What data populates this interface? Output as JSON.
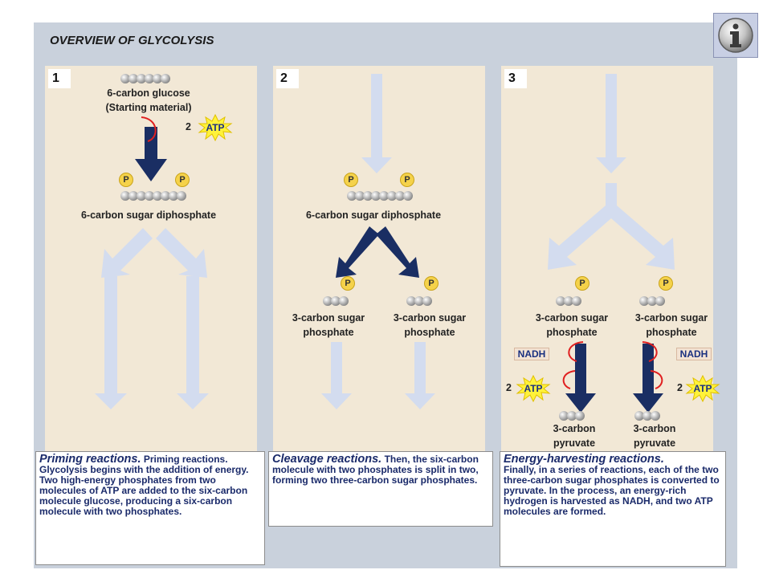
{
  "title": "OVERVIEW OF GLYCOLYSIS",
  "panels": [
    {
      "number": "1"
    },
    {
      "number": "2"
    },
    {
      "number": "3"
    }
  ],
  "labels": {
    "glucose": "6-carbon glucose",
    "starting": "(Starting material)",
    "diphosphate": "6-carbon sugar diphosphate",
    "sugar_phosphate_1": "3-carbon sugar",
    "sugar_phosphate_2": "phosphate",
    "pyruvate_1": "3-carbon",
    "pyruvate_2": "pyruvate",
    "p": "P",
    "atp": "ATP",
    "nadh": "NADH",
    "two": "2"
  },
  "descriptions": {
    "priming_heading": "Priming reactions.",
    "priming_body": "Priming reactions.  Glycolysis begins with the addition of energy.  Two high-energy phosphates from two molecules of ATP are added to the six-carbon molecule glucose, producing a six-carbon molecule with two phosphates.",
    "cleavage_heading": "Cleavage reactions.",
    "cleavage_body": "Then, the six-carbon molecule with two phosphates is split in two, forming two three-carbon sugar phosphates.",
    "energy_heading": "Energy-harvesting reactions.",
    "energy_body": "Finally, in a series of reactions, each of the two three-carbon sugar phosphates is converted to pyruvate.  In the process, an energy-rich hydrogen is harvested as NADH, and two ATP molecules are formed."
  },
  "colors": {
    "panel": "#f2e8d6",
    "frame": "#c9d1dc",
    "dark_arrow": "#1a2e63",
    "light_arrow": "#d3dcef",
    "phosphate": "#f5d24a",
    "atp_star": "#fff23a",
    "curve": "#e02020",
    "desc_text": "#1a2a6a"
  },
  "icons": {
    "info": "info-icon"
  }
}
